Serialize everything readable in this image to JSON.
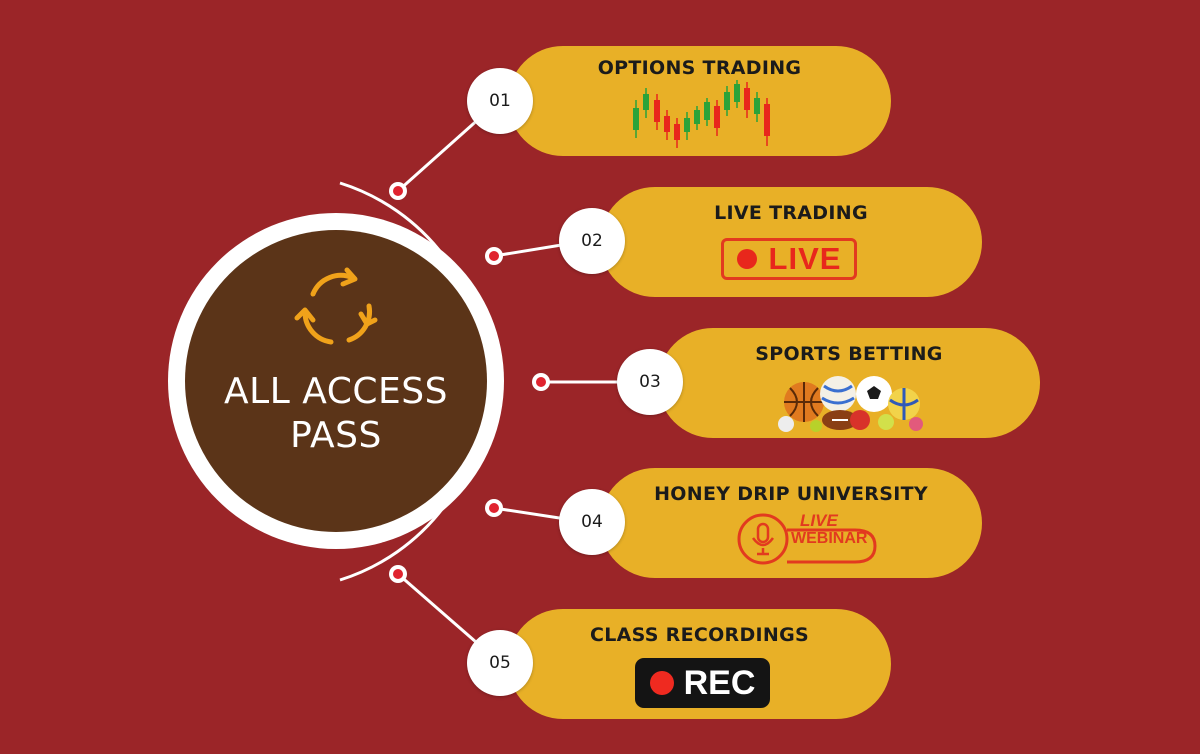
{
  "hub": {
    "title": "ALL ACCESS\nPASS",
    "icon": "cycle-arrows-icon"
  },
  "items": [
    {
      "number": "01",
      "title": "OPTIONS TRADING",
      "icon": "candlestick-chart-icon"
    },
    {
      "number": "02",
      "title": "LIVE TRADING",
      "badge_text": "LIVE",
      "icon": "live-badge-icon"
    },
    {
      "number": "03",
      "title": "SPORTS BETTING",
      "icon": "sports-balls-icon"
    },
    {
      "number": "04",
      "title": "HONEY DRIP UNIVERSITY",
      "badge_live": "LIVE",
      "badge_webinar": "WEBINAR",
      "icon": "microphone-icon"
    },
    {
      "number": "05",
      "title": "CLASS RECORDINGS",
      "badge_text": "REC",
      "icon": "rec-badge-icon"
    }
  ],
  "colors": {
    "background": "#9b2528",
    "pill": "#e8b027",
    "hub": "#5b3418",
    "accent_red": "#e8271c",
    "arrow": "#f0a21a"
  }
}
